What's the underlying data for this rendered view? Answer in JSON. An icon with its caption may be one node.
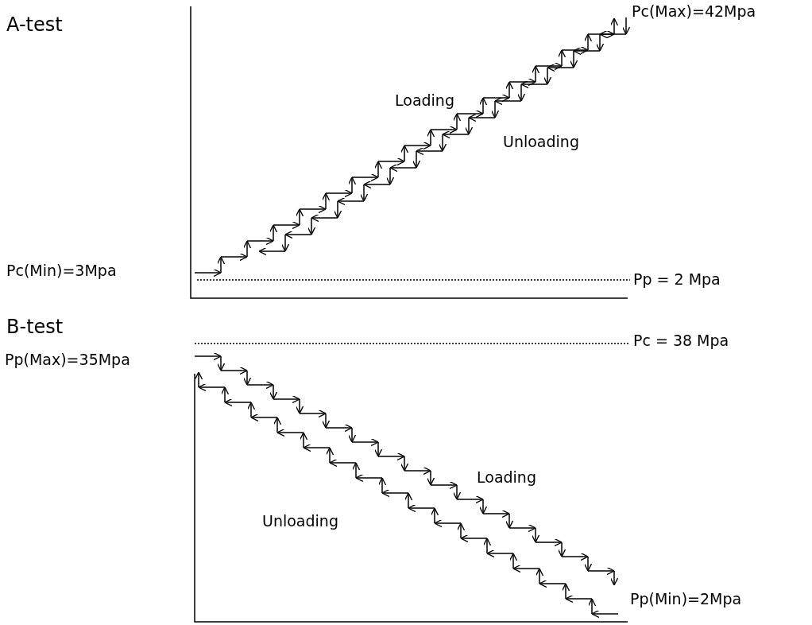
{
  "diagram": {
    "labels": [
      "A-test",
      "Pc(Max)=42Mpa",
      "Loading",
      "Unloading",
      "Pc(Min)=3Mpa",
      "Pp = 2 Mpa",
      "B-test",
      "Pc = 38 Mpa",
      "Pp(Max)=35Mpa",
      "Loading",
      "Unloading",
      "Pp(Min)=2Mpa"
    ]
  }
}
